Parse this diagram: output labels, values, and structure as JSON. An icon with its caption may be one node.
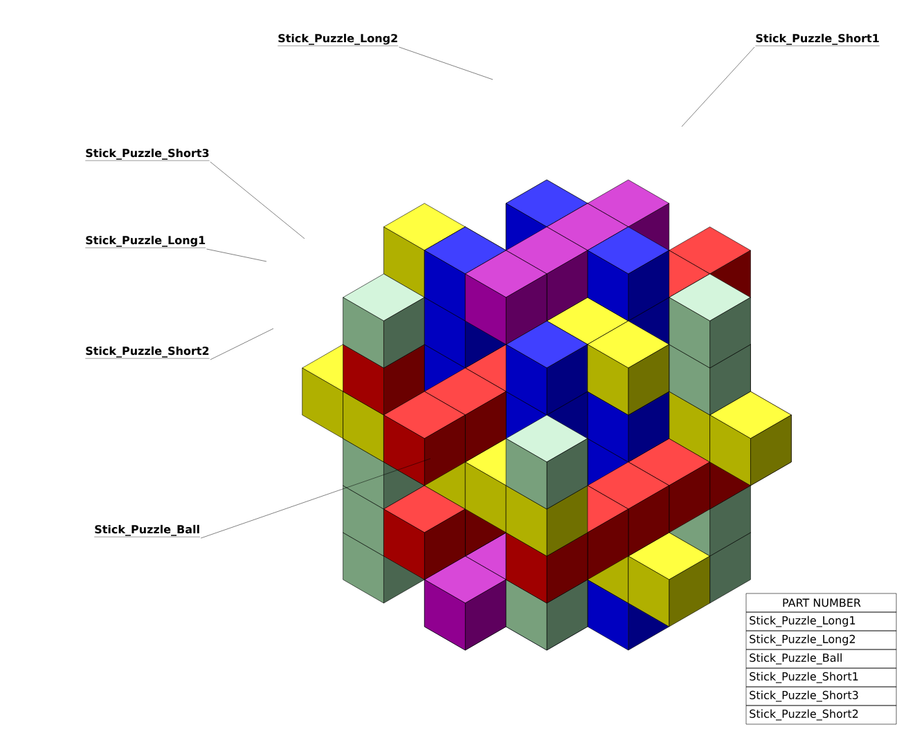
{
  "diagram": {
    "nodes": [
      {
        "text": [
          "Stick_Puzzle_Long2"
        ]
      },
      {
        "text": [
          "Stick_Puzzle_Short1"
        ]
      },
      {
        "text": [
          "Stick_Puzzle_Short3"
        ]
      },
      {
        "text": [
          "Stick_Puzzle_Long1"
        ]
      },
      {
        "text": [
          "Stick_Puzzle_Short2"
        ]
      },
      {
        "text": [
          "Stick_Puzzle_Ball"
        ]
      }
    ],
    "edges": [
      {
        "from": 0,
        "to": null,
        "arrow": "none"
      },
      {
        "from": 1,
        "to": null,
        "arrow": "none"
      },
      {
        "from": 2,
        "to": null,
        "arrow": "none"
      },
      {
        "from": 3,
        "to": null,
        "arrow": "none"
      },
      {
        "from": 4,
        "to": null,
        "arrow": "none"
      },
      {
        "from": 5,
        "to": null,
        "arrow": "none"
      }
    ],
    "labels": [
      "PART NUMBER",
      "Stick_Puzzle_Long1",
      "Stick_Puzzle_Long2",
      "Stick_Puzzle_Ball",
      "Stick_Puzzle_Short1",
      "Stick_Puzzle_Short3",
      "Stick_Puzzle_Short2"
    ]
  }
}
